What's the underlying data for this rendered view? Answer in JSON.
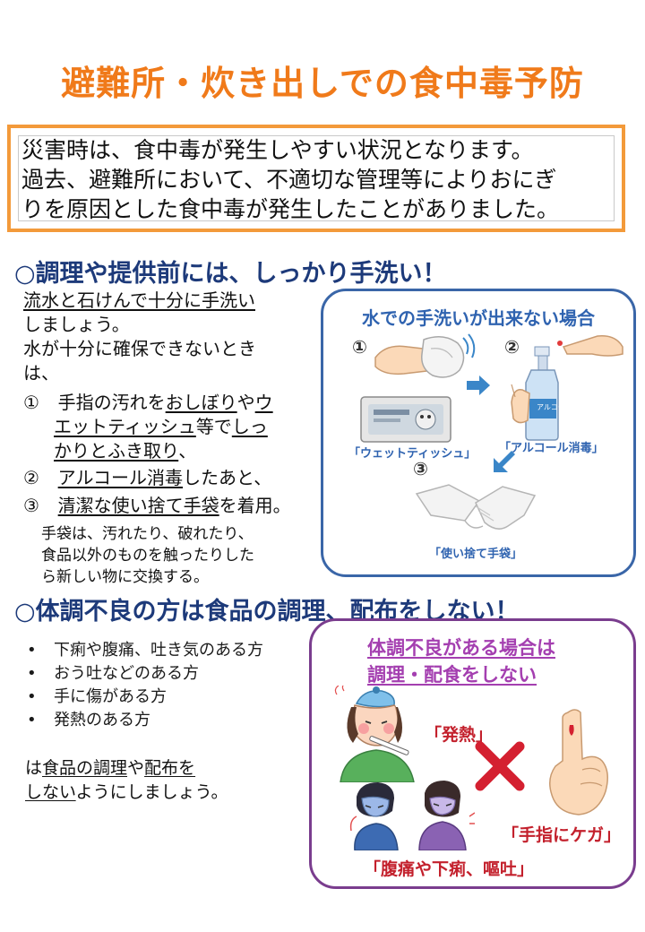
{
  "title": "避難所・炊き出しでの食中毒予防",
  "intro": {
    "line1": "災害時は、食中毒が発生しやすい状況となります。",
    "line2": "過去、避難所において、不適切な管理等によりおにぎ",
    "line3": "りを原因とした食中毒が発生したことがありました。"
  },
  "section1": {
    "heading": "○調理や提供前には、しっかり手洗い！",
    "p1": "流水と石けんで十分に手洗い",
    "p2": "しましょう。",
    "p3": "水が十分に確保できないとき",
    "p4": "は、",
    "step1_num": "①",
    "step1_a": "手指の汚れを",
    "step1_b": "おしぼり",
    "step1_c": "や",
    "step1_d": "ウ",
    "step1_line2a": "エットティッシュ",
    "step1_line2b": "等で",
    "step1_line2c": "しっ",
    "step1_line3": "かりとふき取り",
    "step1_line3b": "、",
    "step2_num": "②",
    "step2_a": "アルコール消毒",
    "step2_b": "したあと、",
    "step3_num": "③",
    "step3_a": "清潔な使い捨て手袋",
    "step3_b": "を着用。",
    "note1": "手袋は、汚れたり、破れたり、",
    "note2": "食品以外のものを触ったりした",
    "note3": "ら新しい物に交換する。"
  },
  "panel_water": {
    "title": "水での手洗いが出来ない場合",
    "num1": "①",
    "num2": "②",
    "num3": "③",
    "cap_wet": "「ウェットティッシュ」",
    "cap_alcohol": "「アルコール消毒」",
    "cap_glove": "「使い捨て手袋」",
    "bottle_label": "アルコール"
  },
  "section2": {
    "heading": "○体調不良の方は食品の調理、配布をしない！",
    "bullets": [
      "下痢や腹痛、吐き気のある方",
      "おう吐などのある方",
      "手に傷がある方",
      "発熱のある方"
    ],
    "bullet_mark": "•",
    "closing1a": "は",
    "closing1b": "食品の調理",
    "closing1c": "や",
    "closing1d": "配布を",
    "closing2a": "しない",
    "closing2b": "ようにしましょう。"
  },
  "panel_sick": {
    "title1": "体調不良がある場合は",
    "title2": "調理・配食をしない",
    "cap_fever": "「発熱」",
    "cap_finger": "「手指にケガ」",
    "cap_stomach": "「腹痛や下痢、嘔吐」"
  },
  "colors": {
    "title": "#f07a1a",
    "frame": "#f39a3a",
    "heading": "#1d3a7a",
    "blue_panel": "#3a66a8",
    "purple_panel": "#7a3d8e",
    "red": "#c3202c"
  }
}
